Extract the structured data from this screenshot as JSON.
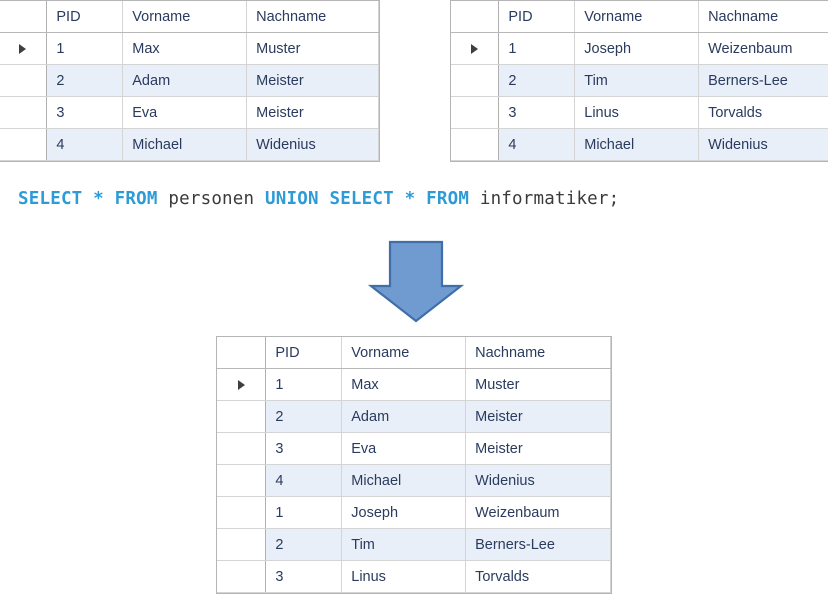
{
  "tables": {
    "personen": {
      "name": "personen",
      "columns": [
        "",
        "PID",
        "Vorname",
        "Nachname"
      ],
      "rows": [
        {
          "marker": "row-selector-arrow",
          "PID": "1",
          "Vorname": "Max",
          "Nachname": "Muster"
        },
        {
          "marker": "",
          "PID": "2",
          "Vorname": "Adam",
          "Nachname": "Meister"
        },
        {
          "marker": "",
          "PID": "3",
          "Vorname": "Eva",
          "Nachname": "Meister"
        },
        {
          "marker": "",
          "PID": "4",
          "Vorname": "Michael",
          "Nachname": "Widenius"
        }
      ]
    },
    "informatiker": {
      "name": "informatiker",
      "columns": [
        "",
        "PID",
        "Vorname",
        "Nachname"
      ],
      "rows": [
        {
          "marker": "row-selector-arrow",
          "PID": "1",
          "Vorname": "Joseph",
          "Nachname": "Weizenbaum"
        },
        {
          "marker": "",
          "PID": "2",
          "Vorname": "Tim",
          "Nachname": "Berners-Lee"
        },
        {
          "marker": "",
          "PID": "3",
          "Vorname": "Linus",
          "Nachname": "Torvalds"
        },
        {
          "marker": "",
          "PID": "4",
          "Vorname": "Michael",
          "Nachname": "Widenius"
        }
      ]
    },
    "union_result": {
      "name": "union result",
      "columns": [
        "",
        "PID",
        "Vorname",
        "Nachname"
      ],
      "rows": [
        {
          "marker": "row-selector-arrow",
          "PID": "1",
          "Vorname": "Max",
          "Nachname": "Muster"
        },
        {
          "marker": "",
          "PID": "2",
          "Vorname": "Adam",
          "Nachname": "Meister"
        },
        {
          "marker": "",
          "PID": "3",
          "Vorname": "Eva",
          "Nachname": "Meister"
        },
        {
          "marker": "",
          "PID": "4",
          "Vorname": "Michael",
          "Nachname": "Widenius"
        },
        {
          "marker": "",
          "PID": "1",
          "Vorname": "Joseph",
          "Nachname": "Weizenbaum"
        },
        {
          "marker": "",
          "PID": "2",
          "Vorname": "Tim",
          "Nachname": "Berners-Lee"
        },
        {
          "marker": "",
          "PID": "3",
          "Vorname": "Linus",
          "Nachname": "Torvalds"
        }
      ]
    }
  },
  "sql": {
    "full_text": "SELECT * FROM personen UNION SELECT * FROM informatiker;",
    "tokens": [
      {
        "text": "SELECT",
        "type": "kw"
      },
      {
        "text": " ",
        "type": "sp"
      },
      {
        "text": "*",
        "type": "star"
      },
      {
        "text": " ",
        "type": "sp"
      },
      {
        "text": "FROM",
        "type": "kw"
      },
      {
        "text": " ",
        "type": "sp"
      },
      {
        "text": "personen",
        "type": "ident"
      },
      {
        "text": " ",
        "type": "sp"
      },
      {
        "text": "UNION",
        "type": "kw"
      },
      {
        "text": " ",
        "type": "sp"
      },
      {
        "text": "SELECT",
        "type": "kw"
      },
      {
        "text": " ",
        "type": "sp"
      },
      {
        "text": "*",
        "type": "star"
      },
      {
        "text": " ",
        "type": "sp"
      },
      {
        "text": "FROM",
        "type": "kw"
      },
      {
        "text": " ",
        "type": "sp"
      },
      {
        "text": "informatiker",
        "type": "ident"
      },
      {
        "text": ";",
        "type": "punct"
      }
    ]
  },
  "arrow": {
    "name": "down-arrow",
    "direction": "down"
  },
  "colors": {
    "sql_keyword": "#2e9bd6",
    "sql_identifier": "#3b3b3b",
    "grid_text": "#2a3b5e",
    "grid_alt_row": "#e9eff9",
    "grid_border": "#d4d4d4",
    "arrow_fill": "#6f9bd1",
    "arrow_stroke": "#3f6ea8"
  }
}
